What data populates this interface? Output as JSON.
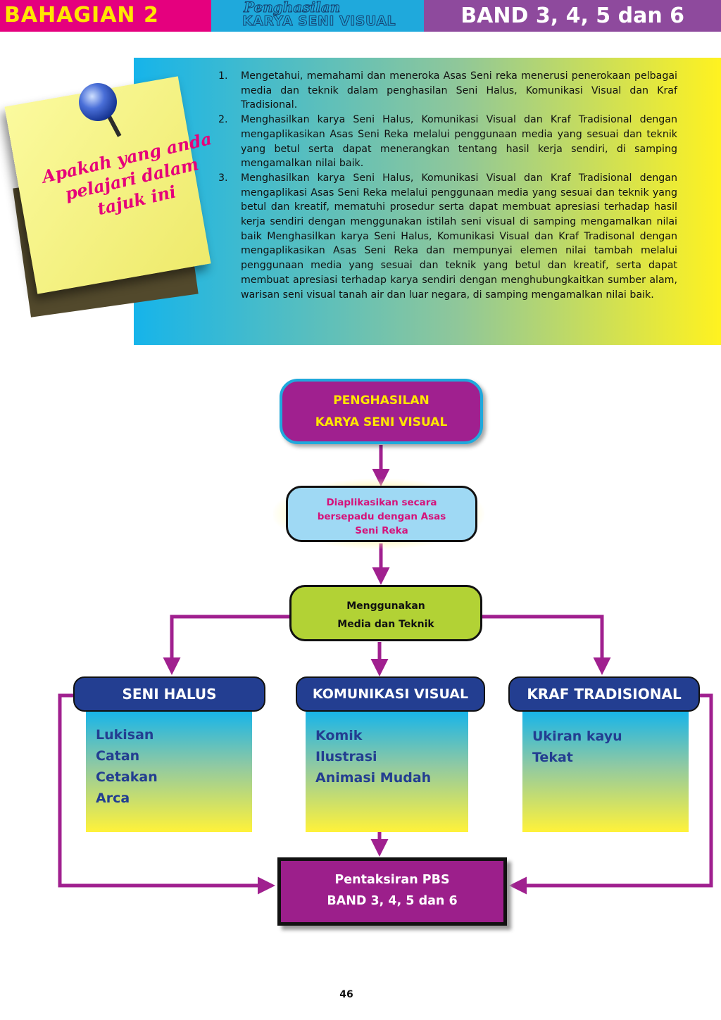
{
  "header": {
    "section": "BAHAGIAN 2",
    "topic_line1": "Penghasilan",
    "topic_line2": "KARYA SENI VISUAL",
    "band": "BAND 3, 4, 5 dan 6"
  },
  "sticky_note": {
    "line1": "Apakah yang anda",
    "line2": "pelajari dalam tajuk ini"
  },
  "objectives": [
    {
      "num": "1.",
      "text": "Mengetahui, memahami dan meneroka Asas Seni reka menerusi penerokaan pelbagai media dan teknik dalam  penghasilan Seni Halus, Komunikasi Visual dan Kraf Tradisional."
    },
    {
      "num": "2.",
      "text": "Menghasilkan karya Seni Halus, Komunikasi Visual dan Kraf Tradisional dengan mengaplikasikan Asas Seni Reka melalui penggunaan media yang sesuai dan teknik yang betul serta dapat menerangkan tentang hasil kerja sendiri, di samping mengamalkan nilai baik."
    },
    {
      "num": "3.",
      "text": "Menghasilkan karya Seni Halus, Komunikasi Visual dan Kraf Tradisional dengan mengaplikasi Asas Seni Reka melalui penggunaan media yang sesuai dan teknik yang betul dan kreatif, mematuhi prosedur serta dapat membuat apresiasi terhadap hasil kerja sendiri dengan menggunakan istilah seni visual di samping mengamalkan nilai baik Menghasilkan karya Seni Halus, Komunikasi Visual dan Kraf Tradisonal dengan mengaplikasikan Asas Seni Reka dan mempunyai elemen nilai tambah melalui penggunaan media yang sesuai dan teknik yang betul dan kreatif, serta dapat membuat apresiasi terhadap karya sendiri dengan menghubungkaitkan sumber alam, warisan seni visual tanah air dan luar negara, di samping mengamalkan nilai baik."
    }
  ],
  "flow": {
    "top_line1": "PENGHASILAN",
    "top_line2": "KARYA SENI VISUAL",
    "asas_line1": "Diaplikasikan secara",
    "asas_line2": "bersepadu dengan Asas",
    "asas_line3": "Seni Reka",
    "media_line1": "Menggunakan",
    "media_line2": "Media dan Teknik",
    "categories": [
      {
        "title": "SENI HALUS",
        "items": [
          "Lukisan",
          "Catan",
          "Cetakan",
          "Arca"
        ]
      },
      {
        "title": "KOMUNIKASI VISUAL",
        "items": [
          "Komik",
          "Ilustrasi",
          "Animasi Mudah"
        ]
      },
      {
        "title": "KRAF TRADISIONAL",
        "items": [
          "Ukiran kayu",
          "Tekat"
        ]
      }
    ],
    "pbs_line1": "Pentaksiran PBS",
    "pbs_line2": "BAND 3, 4, 5 dan  6"
  },
  "page_number": "46",
  "colors": {
    "magenta": "#e5007e",
    "cyan": "#1fa9dc",
    "purple": "#8e4a9d",
    "navy": "#233e91",
    "yellow": "#ffe600",
    "arrow": "#a0208f"
  }
}
